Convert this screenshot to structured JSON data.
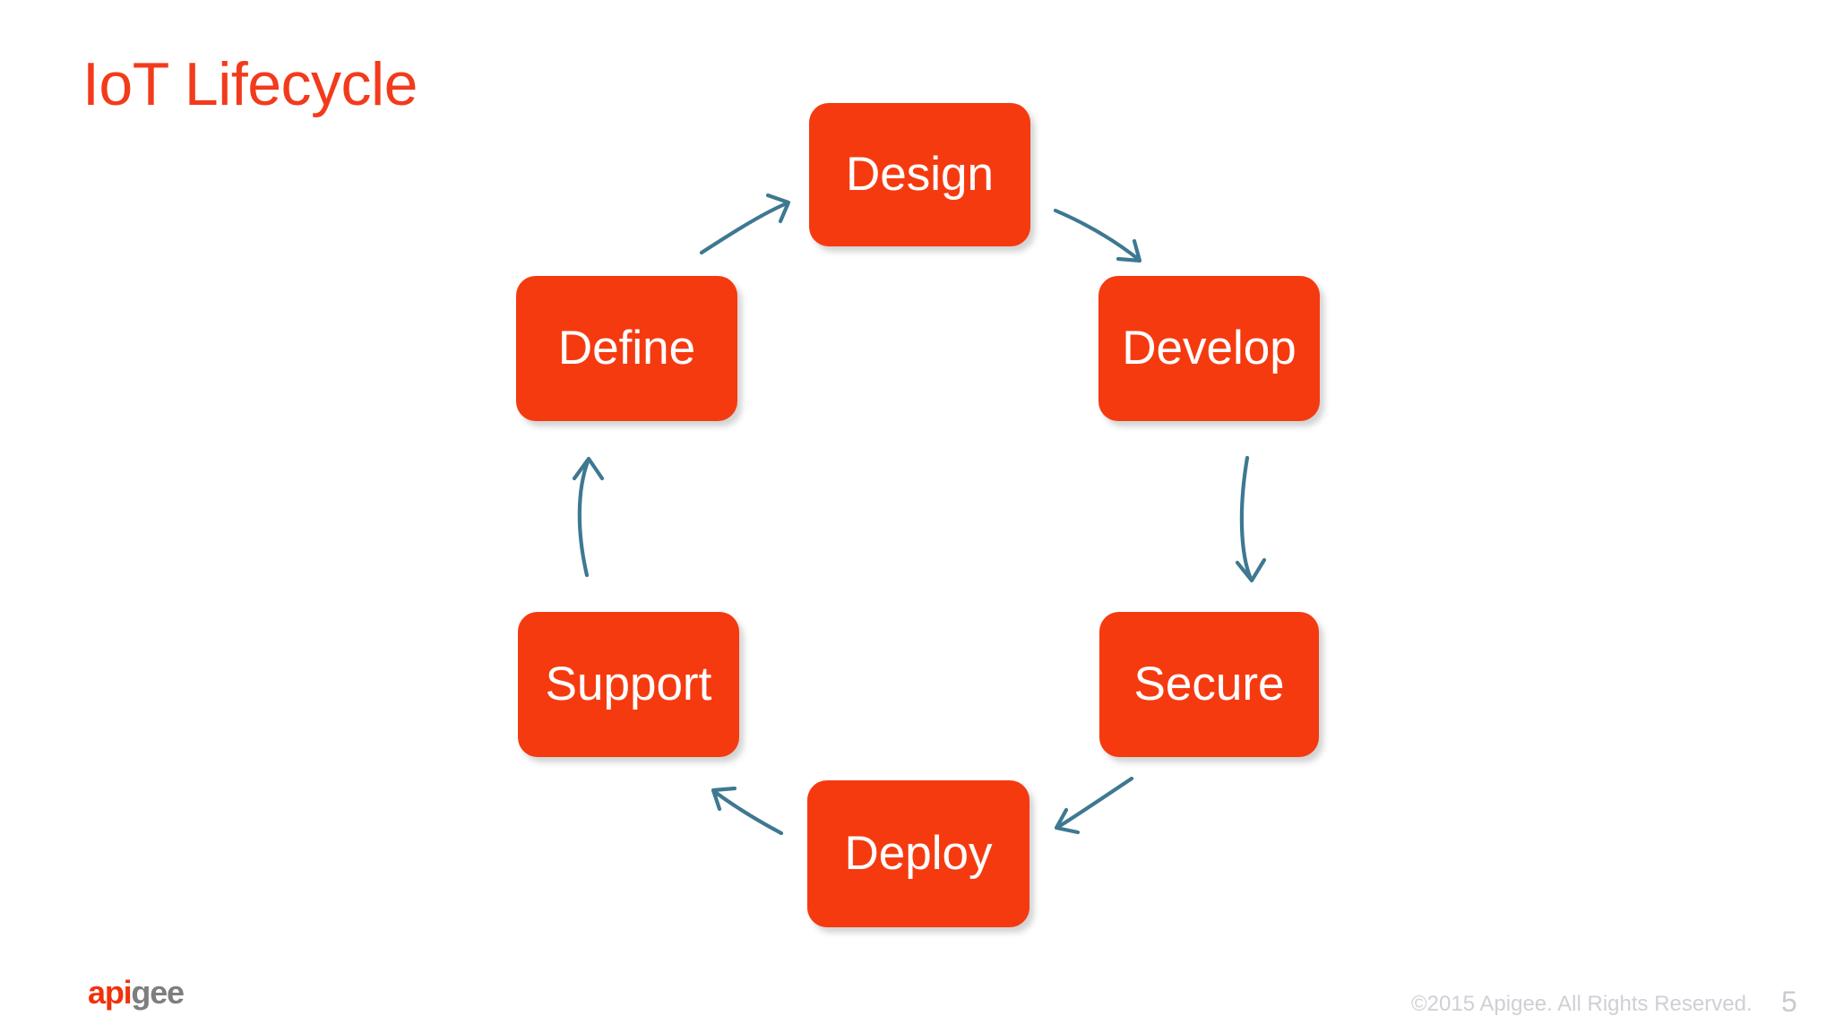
{
  "slide": {
    "title": "IoT Lifecycle",
    "title_color": "#F23B1C",
    "background_color": "#FFFFFF"
  },
  "diagram": {
    "type": "cycle",
    "node_fill_color": "#F53A10",
    "node_text_color": "#FFFFFF",
    "arrow_color": "#3E7891",
    "nodes": [
      {
        "id": "design",
        "label": "Design"
      },
      {
        "id": "develop",
        "label": "Develop"
      },
      {
        "id": "secure",
        "label": "Secure"
      },
      {
        "id": "deploy",
        "label": "Deploy"
      },
      {
        "id": "support",
        "label": "Support"
      },
      {
        "id": "define",
        "label": "Define"
      }
    ],
    "arrows": [
      {
        "from": "define",
        "to": "design"
      },
      {
        "from": "design",
        "to": "develop"
      },
      {
        "from": "develop",
        "to": "secure"
      },
      {
        "from": "secure",
        "to": "deploy"
      },
      {
        "from": "deploy",
        "to": "support"
      },
      {
        "from": "support",
        "to": "define"
      }
    ]
  },
  "footer": {
    "logo_api": "api",
    "logo_gee": "gee",
    "logo_api_color": "#F0320B",
    "logo_gee_color": "#7E7E7E",
    "copyright": "©2015 Apigee. All Rights Reserved.",
    "page_number": "5"
  }
}
